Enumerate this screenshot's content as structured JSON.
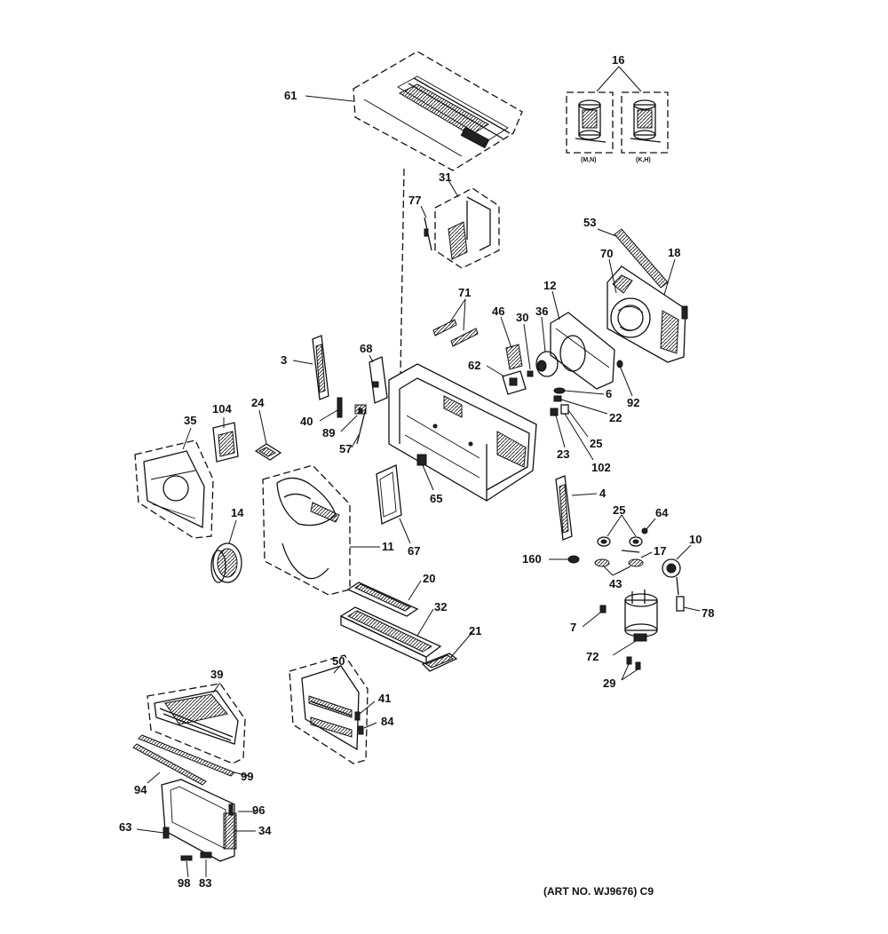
{
  "diagram": {
    "part_labels": [
      {
        "id": "p61",
        "text": "61"
      },
      {
        "id": "p16",
        "text": "16"
      },
      {
        "id": "p31",
        "text": "31"
      },
      {
        "id": "p77",
        "text": "77"
      },
      {
        "id": "p53",
        "text": "53"
      },
      {
        "id": "p18",
        "text": "18"
      },
      {
        "id": "p70",
        "text": "70"
      },
      {
        "id": "p12",
        "text": "12"
      },
      {
        "id": "p71",
        "text": "71"
      },
      {
        "id": "p46",
        "text": "46"
      },
      {
        "id": "p30",
        "text": "30"
      },
      {
        "id": "p36",
        "text": "36"
      },
      {
        "id": "p62",
        "text": "62"
      },
      {
        "id": "p6",
        "text": "6"
      },
      {
        "id": "p92",
        "text": "92"
      },
      {
        "id": "p22",
        "text": "22"
      },
      {
        "id": "p25a",
        "text": "25"
      },
      {
        "id": "p23",
        "text": "23"
      },
      {
        "id": "p102",
        "text": "102"
      },
      {
        "id": "p3",
        "text": "3"
      },
      {
        "id": "p68",
        "text": "68"
      },
      {
        "id": "p40",
        "text": "40"
      },
      {
        "id": "p89",
        "text": "89"
      },
      {
        "id": "p57",
        "text": "57"
      },
      {
        "id": "p104",
        "text": "104"
      },
      {
        "id": "p24",
        "text": "24"
      },
      {
        "id": "p35",
        "text": "35"
      },
      {
        "id": "p65",
        "text": "65"
      },
      {
        "id": "p4",
        "text": "4"
      },
      {
        "id": "p25b",
        "text": "25"
      },
      {
        "id": "p64",
        "text": "64"
      },
      {
        "id": "p14",
        "text": "14"
      },
      {
        "id": "p11",
        "text": "11"
      },
      {
        "id": "p67",
        "text": "67"
      },
      {
        "id": "p17",
        "text": "17"
      },
      {
        "id": "p10",
        "text": "10"
      },
      {
        "id": "p160",
        "text": "160"
      },
      {
        "id": "p43",
        "text": "43"
      },
      {
        "id": "p20",
        "text": "20"
      },
      {
        "id": "p78",
        "text": "78"
      },
      {
        "id": "p32",
        "text": "32"
      },
      {
        "id": "p7",
        "text": "7"
      },
      {
        "id": "p21",
        "text": "21"
      },
      {
        "id": "p72",
        "text": "72"
      },
      {
        "id": "p50",
        "text": "50"
      },
      {
        "id": "p29",
        "text": "29"
      },
      {
        "id": "p39",
        "text": "39"
      },
      {
        "id": "p41",
        "text": "41"
      },
      {
        "id": "p84",
        "text": "84"
      },
      {
        "id": "p99",
        "text": "99"
      },
      {
        "id": "p94",
        "text": "94"
      },
      {
        "id": "p96",
        "text": "96"
      },
      {
        "id": "p63",
        "text": "63"
      },
      {
        "id": "p34",
        "text": "34"
      },
      {
        "id": "p98",
        "text": "98"
      },
      {
        "id": "p83",
        "text": "83"
      }
    ],
    "compressor_captions": [
      "(M,N)",
      "(K,H)"
    ],
    "art_number": "(ART NO. WJ9676) C9"
  }
}
